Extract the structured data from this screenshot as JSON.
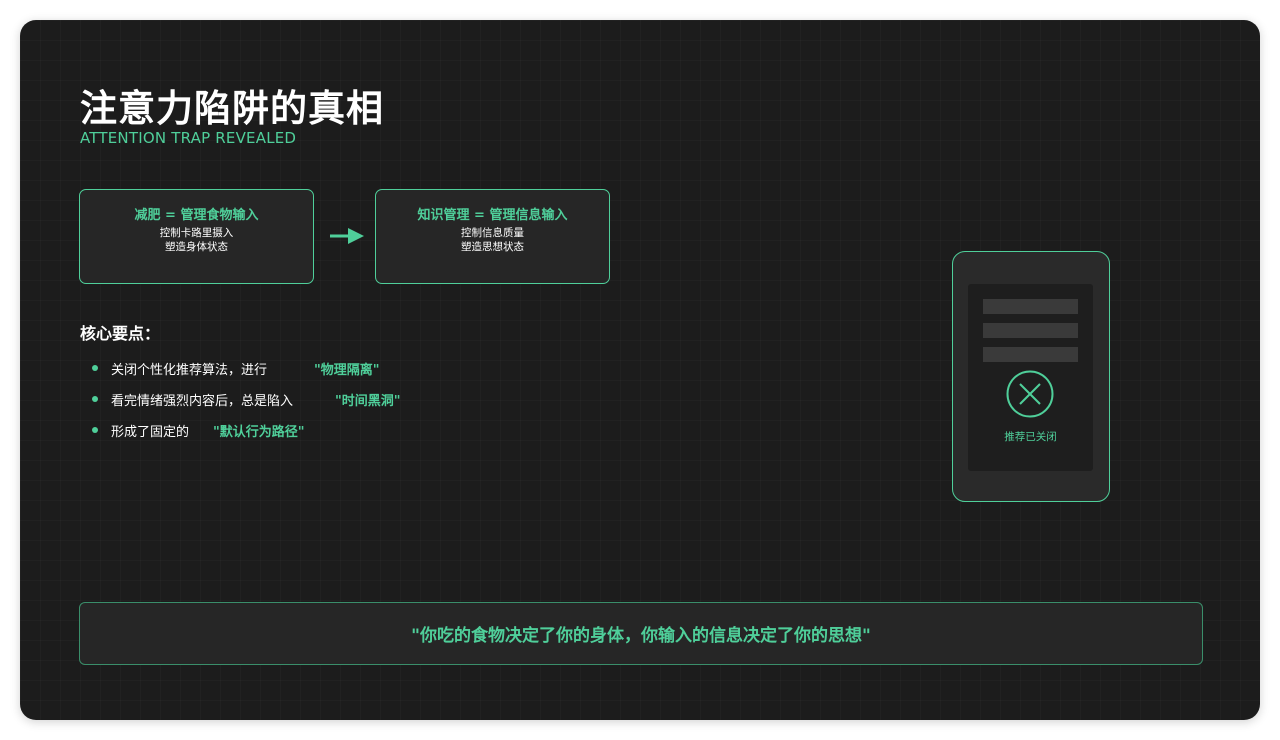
{
  "header": {
    "title": "注意力陷阱的真相",
    "subtitle": "ATTENTION TRAP REVEALED"
  },
  "comparison": {
    "left": {
      "title": "减肥 = 管理食物输入",
      "lines": [
        "控制卡路里摄入",
        "塑造身体状态"
      ]
    },
    "arrow_icon": "arrow-right-icon",
    "right": {
      "title": "知识管理 = 管理信息输入",
      "lines": [
        "控制信息质量",
        "塑造思想状态"
      ]
    }
  },
  "key_points": {
    "heading": "核心要点：",
    "items": [
      {
        "text": "关闭个性化推荐算法，进行",
        "emphasis": "\"物理隔离\""
      },
      {
        "text": "看完情绪强烈内容后，总是陷入",
        "emphasis": "\"时间黑洞\""
      },
      {
        "text": "形成了固定的",
        "emphasis": "\"默认行为路径\""
      }
    ]
  },
  "phone": {
    "icon": "close-circle-icon",
    "label": "推荐已关闭"
  },
  "quote": {
    "text": "\"你吃的食物决定了你的身体，你输入的信息决定了你的思想\""
  },
  "colors": {
    "accent": "#4fcf9a",
    "background": "#1c1c1c",
    "card": "#262626",
    "text": "#ffffff"
  }
}
